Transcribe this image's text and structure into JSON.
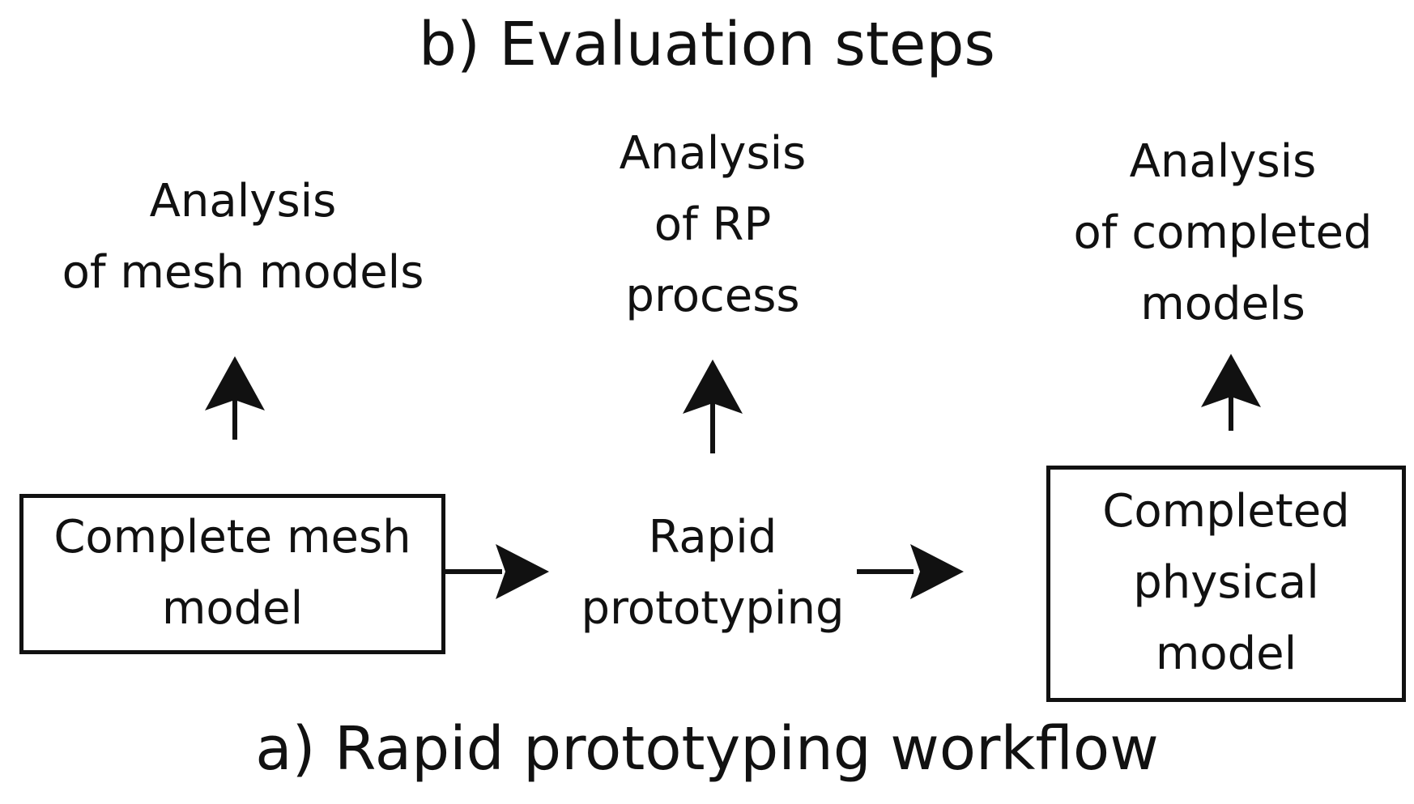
{
  "diagram": {
    "evaluation_heading": "b) Evaluation steps",
    "workflow_heading": "a) Rapid prototyping workflow",
    "evaluation_steps": [
      {
        "lines": [
          "Analysis",
          "of mesh models"
        ]
      },
      {
        "lines": [
          "Analysis",
          "of RP",
          "process"
        ]
      },
      {
        "lines": [
          "Analysis",
          "of completed",
          "models"
        ]
      }
    ],
    "workflow_steps": [
      {
        "lines": [
          "Complete mesh",
          "model"
        ],
        "boxed": true
      },
      {
        "lines": [
          "Rapid",
          "prototyping"
        ],
        "boxed": false
      },
      {
        "lines": [
          "Completed",
          "physical",
          "model"
        ],
        "boxed": true
      }
    ]
  }
}
